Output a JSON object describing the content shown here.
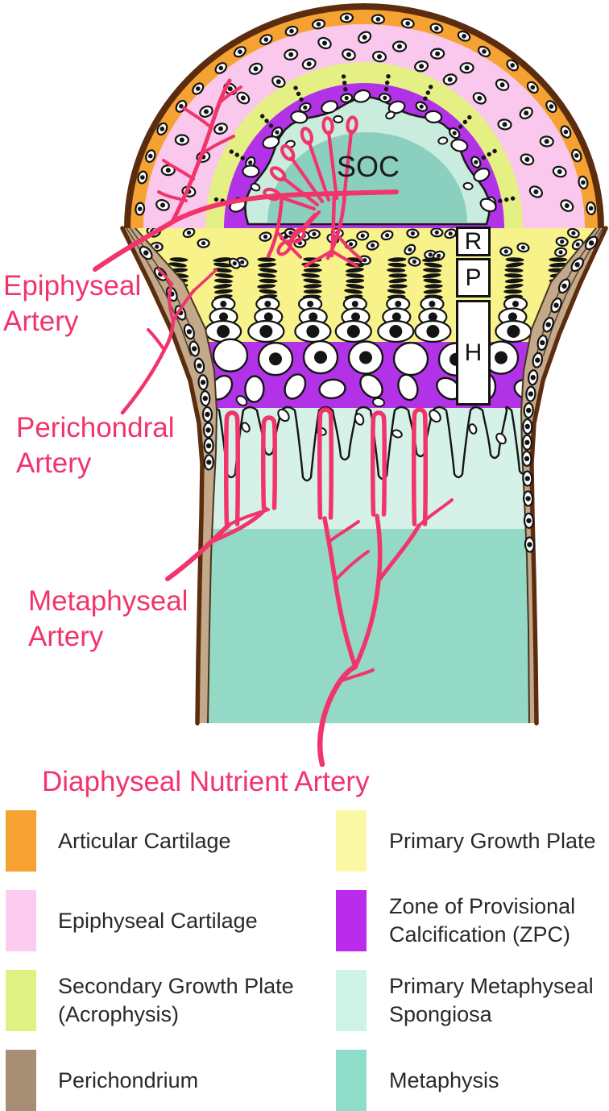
{
  "figure": {
    "soc_label": "SOC",
    "growth_plate_zones": [
      {
        "label": "R"
      },
      {
        "label": "P"
      },
      {
        "label": "H"
      }
    ],
    "artery_labels": {
      "epiphyseal": {
        "line1": "Epiphyseal",
        "line2": "Artery"
      },
      "perichondral": {
        "line1": "Perichondral",
        "line2": "Artery"
      },
      "metaphyseal": {
        "line1": "Metaphyseal",
        "line2": "Artery"
      },
      "diaphyseal_nutrient": {
        "line1": "Diaphyseal Nutrient Artery"
      }
    },
    "colors": {
      "articular_cartilage": "#F5A233",
      "epiphyseal_cartilage": "#F9C8EC",
      "secondary_growth_plate": "#E4F083",
      "perichondrium": "#C3A98A",
      "primary_growth_plate": "#F8F28B",
      "zpc": "#B232E7",
      "spongiosa": "#D5F1E8",
      "metaphysis": "#93D9C6",
      "soc_ring": "#C9ECDF",
      "soc_core": "#8BCFBF",
      "artery": "#F1356C",
      "outline": "#5B2D0E",
      "cell_ink": "#141414"
    }
  },
  "legend": {
    "items_left": [
      {
        "label_lines": [
          "Articular Cartilage"
        ],
        "color": "#F5A233"
      },
      {
        "label_lines": [
          "Epiphyseal Cartilage"
        ],
        "color": "#FBCBF0"
      },
      {
        "label_lines": [
          "Secondary Growth Plate",
          "(Acrophysis)"
        ],
        "color": "#E0F183"
      },
      {
        "label_lines": [
          "Perichondrium"
        ],
        "color": "#A78F75"
      }
    ],
    "items_right": [
      {
        "label_lines": [
          "Primary Growth Plate"
        ],
        "color": "#FBF8A5"
      },
      {
        "label_lines": [
          "Zone of Provisional",
          "Calcification (ZPC)"
        ],
        "color": "#BB2BEB"
      },
      {
        "label_lines": [
          "Primary Metaphyseal",
          "Spongiosa"
        ],
        "color": "#CDF4E7"
      },
      {
        "label_lines": [
          "Metaphysis"
        ],
        "color": "#8FDCC8"
      }
    ]
  }
}
